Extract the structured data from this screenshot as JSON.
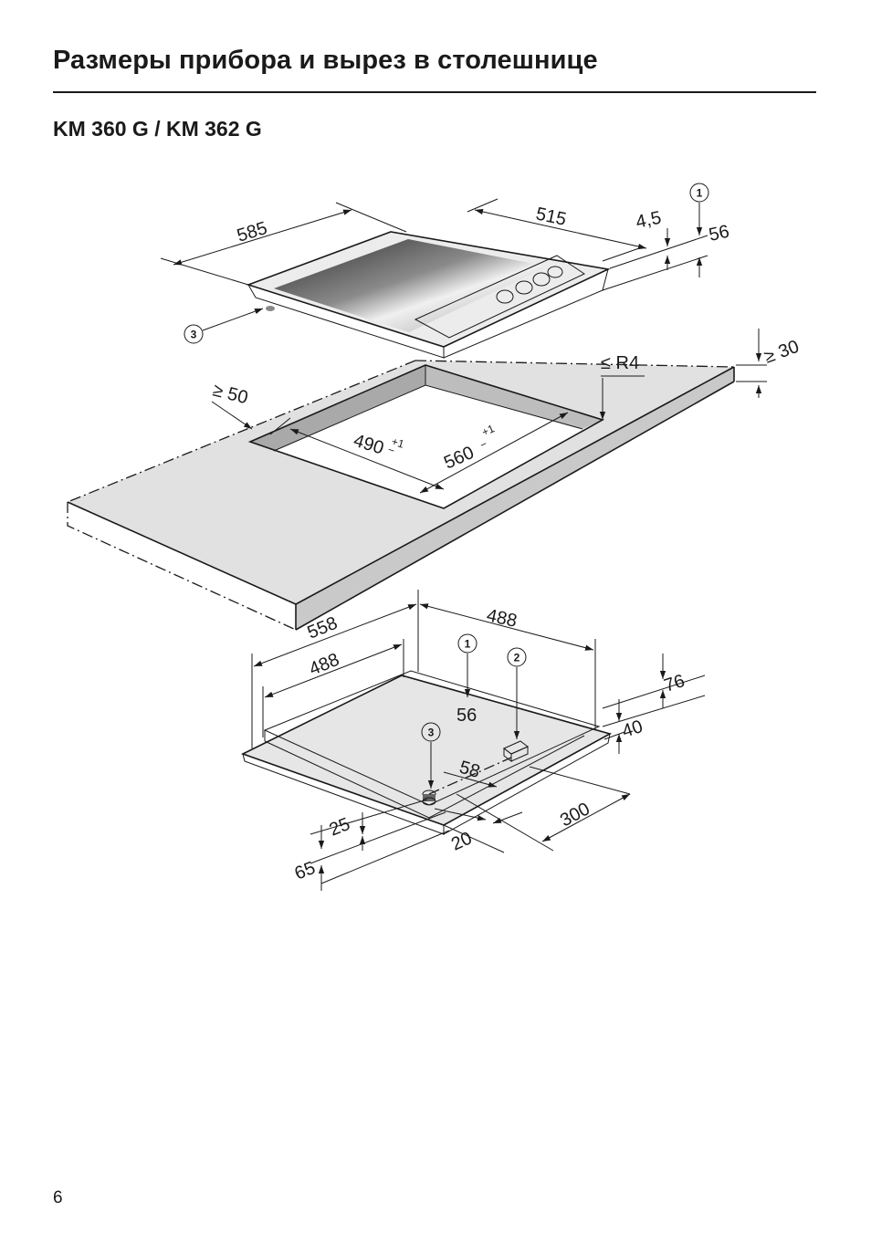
{
  "page": {
    "title": "Размеры прибора и вырез в столешнице",
    "subtitle": "KM 360 G / KM 362 G",
    "page_number": "6"
  },
  "callouts": {
    "c1": "1",
    "c2": "2",
    "c3": "3"
  },
  "top_view": {
    "width": "585",
    "depth": "515",
    "glass_thickness": "4,5",
    "height": "56"
  },
  "countertop": {
    "min_thickness": "≥ 30",
    "corner_radius": "≤ R4",
    "min_front_distance": "≥ 50",
    "cutout_depth": "490",
    "cutout_depth_tol": "+1",
    "cutout_width": "560",
    "cutout_width_tol": "+1",
    "tol_minus": "−"
  },
  "bottom_view": {
    "depth_outer": "558",
    "depth_inner": "488",
    "width": "488",
    "callout1_value": "56",
    "dim_58": "58",
    "dim_76": "76",
    "dim_40": "40",
    "dim_25": "25",
    "dim_65": "65",
    "dim_20": "20",
    "dim_300": "300"
  },
  "colors": {
    "glass_dark": "#3c3c3c",
    "glass_light": "#e6e6e6",
    "surface_grey": "#e1e1e1",
    "edge_grey": "#c9c9c9",
    "line": "#1a1a1a"
  }
}
